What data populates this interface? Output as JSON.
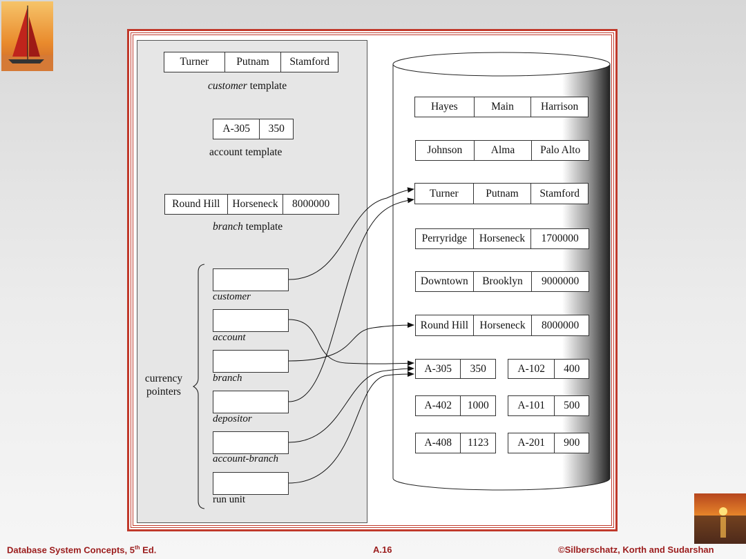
{
  "templates": {
    "customer": {
      "fields": [
        "Turner",
        "Putnam",
        "Stamford"
      ],
      "label_italic": "customer",
      "label_rest": " template"
    },
    "account": {
      "fields": [
        "A-305",
        "350"
      ],
      "label": "account template"
    },
    "branch": {
      "fields": [
        "Round Hill",
        "Horseneck",
        "8000000"
      ],
      "label_italic": "branch",
      "label_rest": " template"
    }
  },
  "currency_pointers": {
    "label_line1": "currency",
    "label_line2": "pointers",
    "pointers": [
      "customer",
      "account",
      "branch",
      "depositor",
      "account-branch",
      "run unit"
    ]
  },
  "database": {
    "customers": [
      [
        "Hayes",
        "Main",
        "Harrison"
      ],
      [
        "Johnson",
        "Alma",
        "Palo Alto"
      ],
      [
        "Turner",
        "Putnam",
        "Stamford"
      ]
    ],
    "branches": [
      [
        "Perryridge",
        "Horseneck",
        "1700000"
      ],
      [
        "Downtown",
        "Brooklyn",
        "9000000"
      ],
      [
        "Round Hill",
        "Horseneck",
        "8000000"
      ]
    ],
    "accounts": [
      [
        "A-305",
        "350"
      ],
      [
        "A-102",
        "400"
      ],
      [
        "A-402",
        "1000"
      ],
      [
        "A-101",
        "500"
      ],
      [
        "A-408",
        "1123"
      ],
      [
        "A-201",
        "900"
      ]
    ]
  },
  "footer": {
    "left_main": "Database System Concepts, 5",
    "left_sup": "th",
    "left_end": " Ed.",
    "center": "A.16",
    "right": "©Silberschatz, Korth and Sudarshan"
  }
}
